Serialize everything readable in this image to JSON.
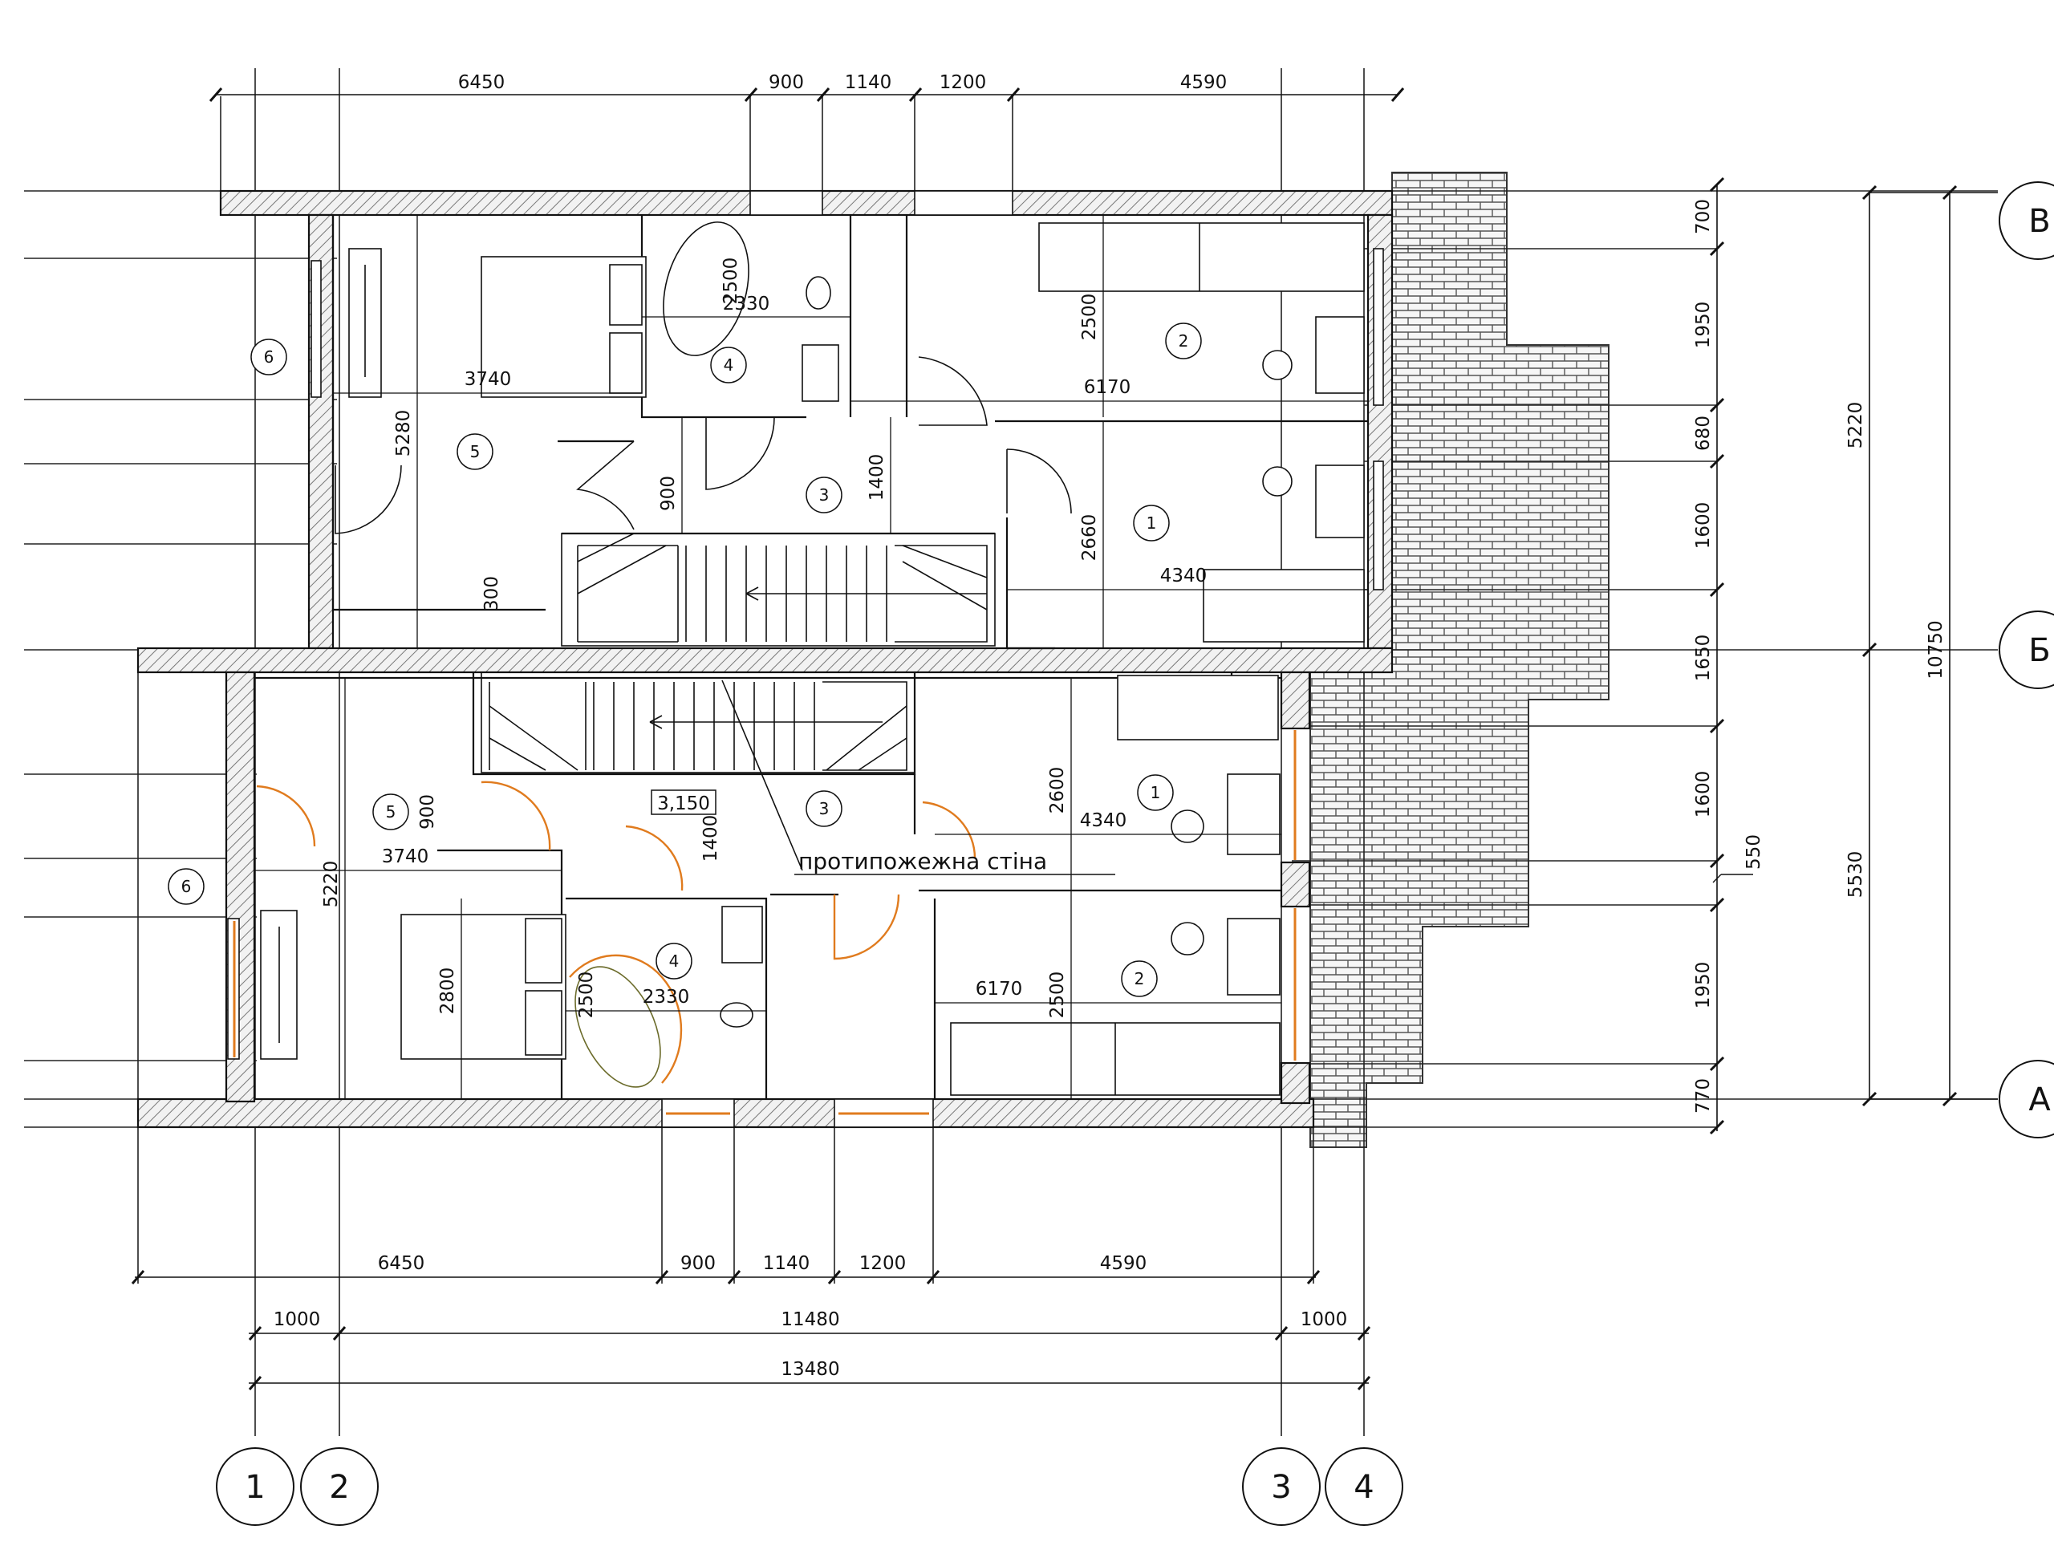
{
  "drawing": {
    "fire_wall_label": "протипожежна стіна",
    "level_mark": "3,150",
    "slope_note": "550",
    "colors": {
      "lines": "#111111",
      "hatch": "#777777",
      "doors": "#e07b1e",
      "background": "#ffffff"
    }
  },
  "axes": {
    "vertical": [
      "1",
      "2",
      "3",
      "4"
    ],
    "horizontal": [
      "В",
      "Б",
      "А"
    ]
  },
  "dimensions": {
    "top_chain": [
      "6450",
      "900",
      "1140",
      "1200",
      "4590"
    ],
    "bottom_chain": [
      "6450",
      "900",
      "1140",
      "1200",
      "4590"
    ],
    "axis_chain": [
      "1000",
      "11480",
      "1000"
    ],
    "overall_width": "13480",
    "right_chain_outer": [
      "700",
      "1950",
      "680",
      "1600",
      "1650",
      "1600",
      "1950",
      "770"
    ],
    "right_chain_axes": [
      "5220",
      "5530"
    ],
    "right_overall": "10750",
    "upper_interior": [
      "3740",
      "5280",
      "2330",
      "2500",
      "6170",
      "2500",
      "900",
      "1400",
      "300",
      "2660",
      "4340"
    ],
    "lower_interior": [
      "900",
      "3740",
      "5220",
      "2800",
      "2500",
      "2330",
      "1400",
      "2600",
      "4340",
      "6170",
      "2500"
    ]
  },
  "rooms": {
    "upper": [
      "6",
      "5",
      "4",
      "3",
      "2",
      "1"
    ],
    "lower": [
      "5",
      "6",
      "4",
      "3",
      "1",
      "2"
    ]
  }
}
